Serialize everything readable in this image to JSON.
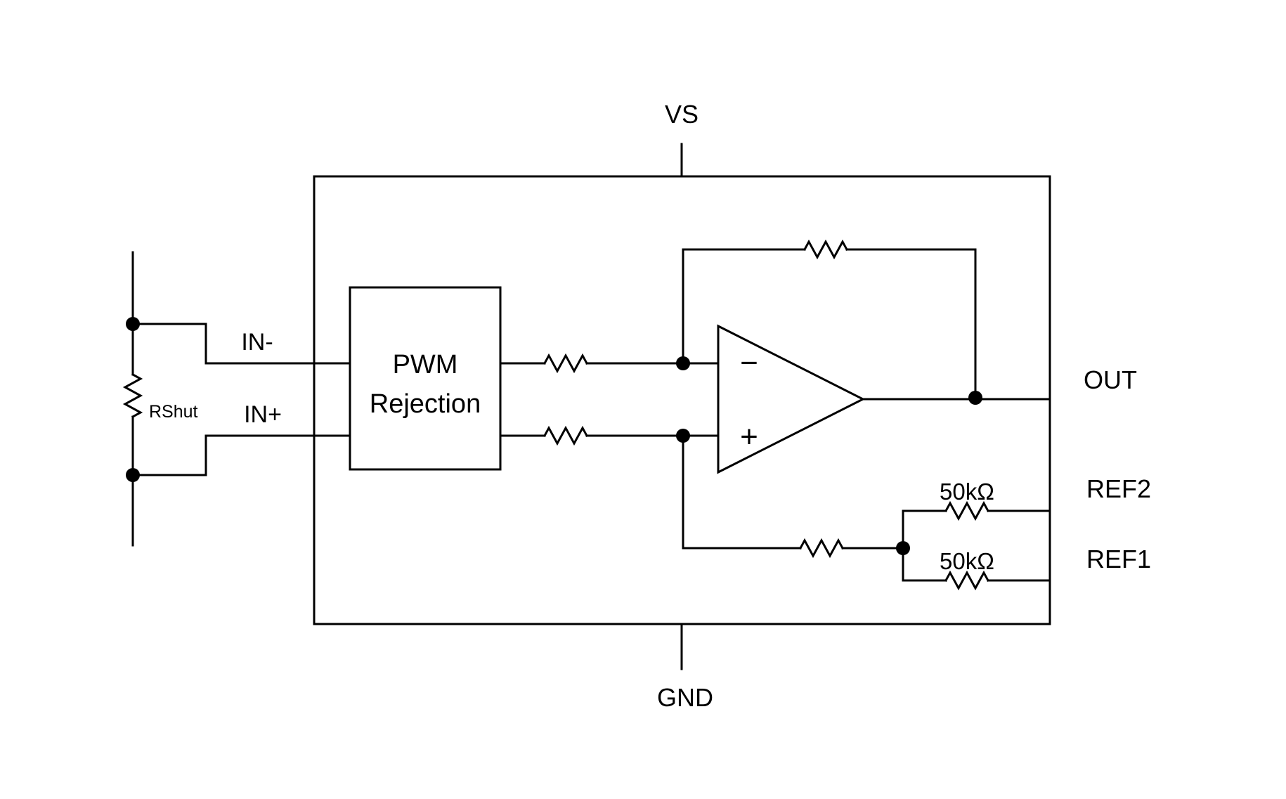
{
  "diagram": {
    "type": "circuit-block-diagram",
    "description": "Current sense amplifier functional block diagram with shunt resistor, PWM rejection block, op-amp, feedback network and reference divider",
    "labels": {
      "vs": "VS",
      "gnd": "GND",
      "in_minus": "IN-",
      "in_plus": "IN+",
      "rshunt": "RShut",
      "pwm_line1": "PWM",
      "pwm_line2": "Rejection",
      "opamp_minus": "−",
      "opamp_plus": "+",
      "out": "OUT",
      "ref2": "REF2",
      "ref1": "REF1",
      "r_ref2": "50kΩ",
      "r_ref1": "50kΩ"
    },
    "colors": {
      "line": "#000000",
      "background": "#ffffff"
    }
  }
}
